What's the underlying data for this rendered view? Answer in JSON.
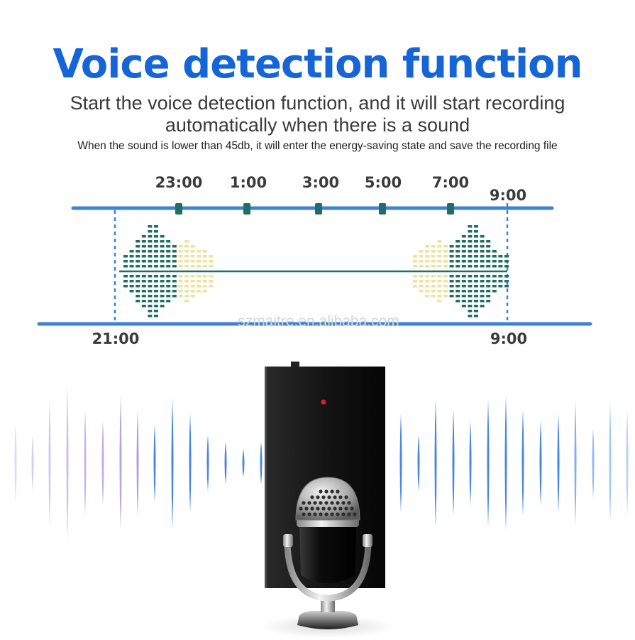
{
  "header": {
    "title": "Voice detection function",
    "subtitle_line1": "Start the voice detection function, and it will start recording",
    "subtitle_line2": "automatically when there is a sound",
    "note": "When the sound is lower than 45db, it will enter the energy-saving state and save the recording file"
  },
  "timeline": {
    "top_marks": [
      "23:00",
      "1:00",
      "3:00",
      "5:00",
      "7:00"
    ],
    "top_end": "9:00",
    "bottom_start": "21:00",
    "bottom_end": "9:00"
  },
  "watermark": "szmaitre.en.alibaba.com",
  "colors": {
    "title": "#1565d8",
    "timeline_line": "#3e82d6",
    "tick": "#1f6e67",
    "wave_dark": "#1f6e67",
    "wave_light": "#efe39a",
    "sound_wave": "#3f7fe0"
  },
  "icons": [
    "microphone-icon",
    "voice-recorder-device",
    "sound-wave-graphic"
  ]
}
